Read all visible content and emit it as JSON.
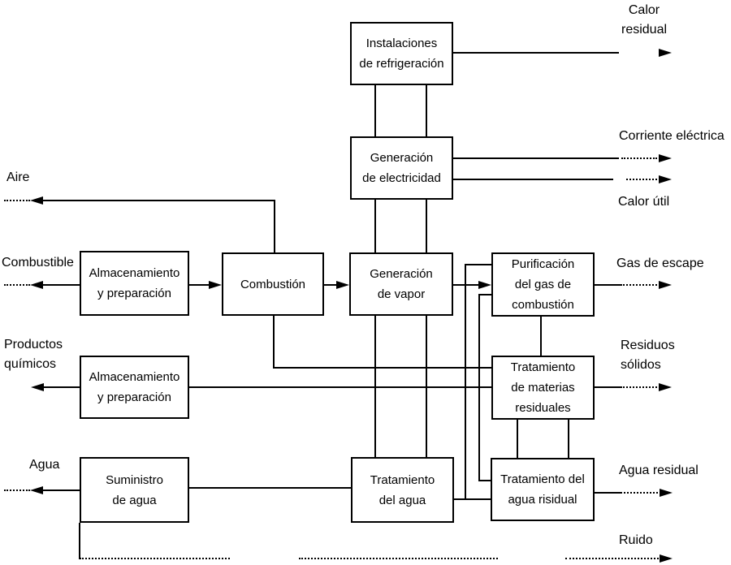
{
  "diagram": {
    "language": "es",
    "colors": {
      "line": "#000000",
      "background": "#ffffff"
    }
  },
  "boxes": {
    "instalaciones": "Instalaciones\nde refrigeración",
    "generacion_electricidad": "Generación\nde electricidad",
    "almacenamiento_1": "Almacenamiento\ny preparación",
    "combustion": "Combustión",
    "generacion_vapor": "Generación\nde vapor",
    "purificacion_gas": "Purificación\ndel gas de\ncombustión",
    "almacenamiento_2": "Almacenamiento\ny preparación",
    "tratamiento_materias": "Tratamiento\nde materias\nresiduales",
    "suministro_agua": "Suministro\nde agua",
    "tratamiento_agua": "Tratamiento\ndel agua",
    "tratamiento_agua_risidual": "Tratamiento del\nagua risidual"
  },
  "inputs": {
    "aire": "Aire",
    "combustible": "Combustible",
    "productos_quimicos": "Productos\nquímicos",
    "agua": "Agua"
  },
  "outputs": {
    "calor_residual": "Calor\nresidual",
    "corriente_electrica": "Corriente eléctrica",
    "calor_util": "Calor útil",
    "gas_de_escape": "Gas de escape",
    "residuos_solidos": "Residuos\nsólidos",
    "agua_residual": "Agua residual",
    "ruido": "Ruido"
  }
}
